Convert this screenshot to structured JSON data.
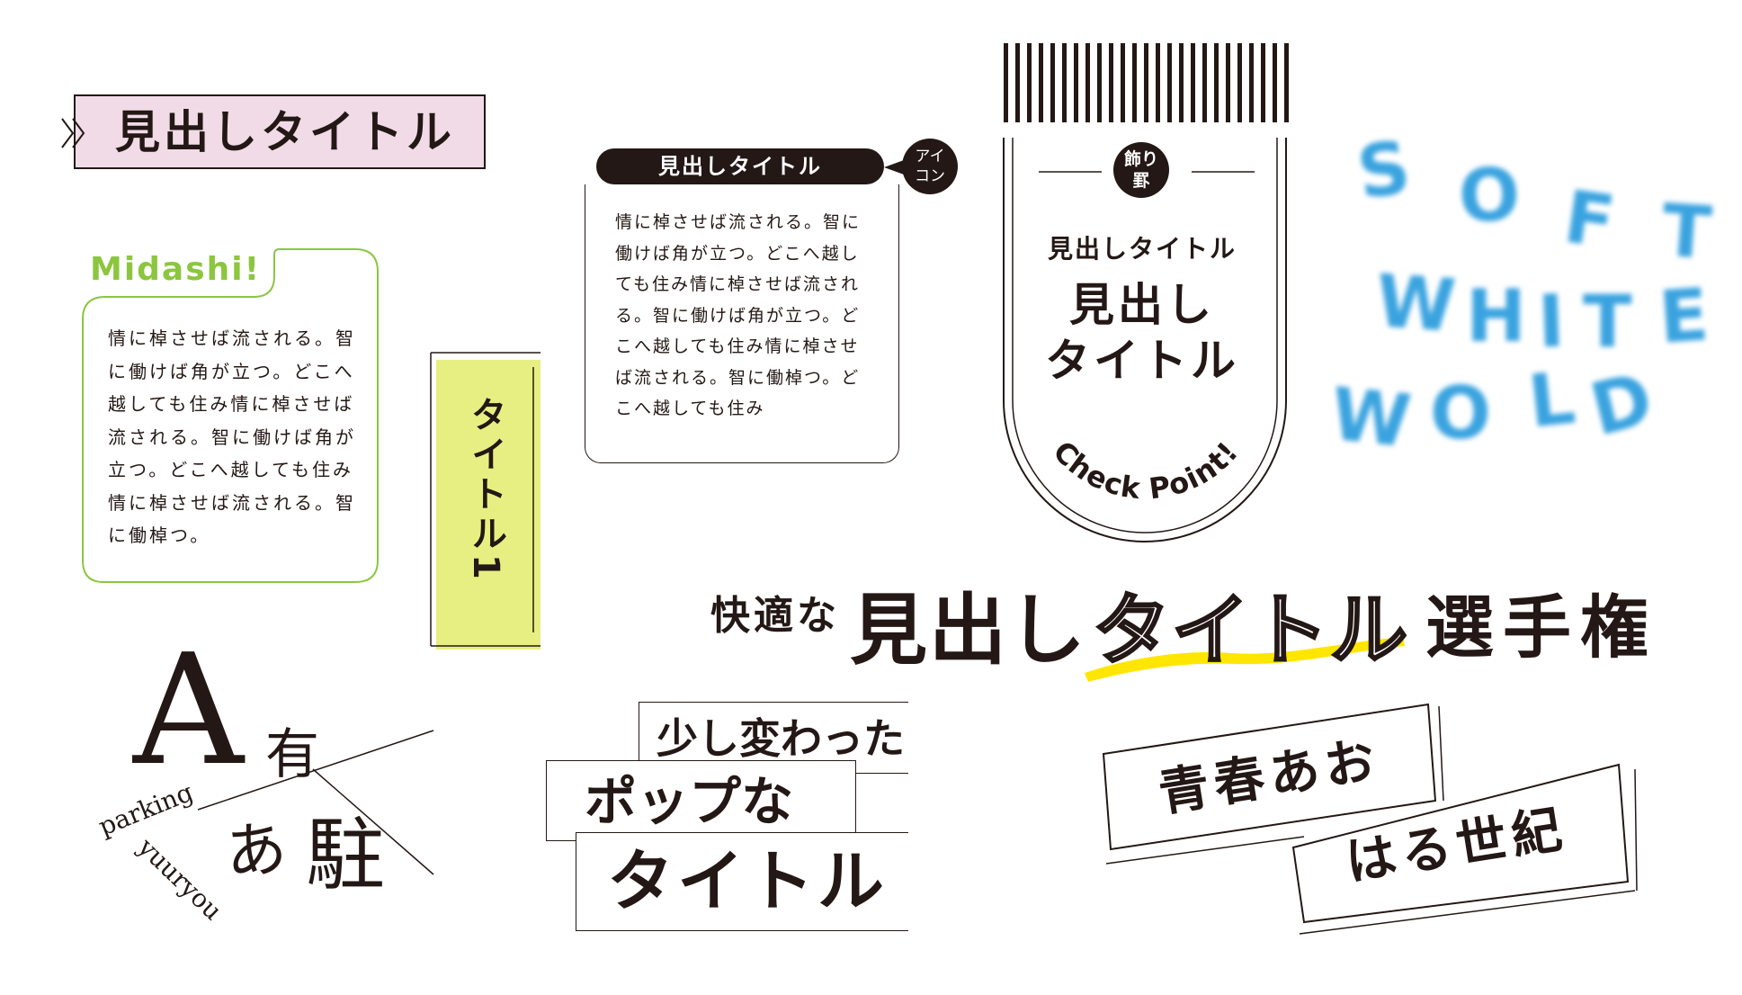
{
  "design_pink": {
    "title": "見出しタイトル",
    "icon": "double-chevron-right-icon"
  },
  "design_midashi": {
    "tab_label": "Midashi!",
    "body": "情に棹させば流される。智に働けば角が立つ。どこへ越しても住み情に棹させば流される。智に働けば角が立つ。どこへ越しても住み情に棹させば流される。智に働棹つ。"
  },
  "design_vertical": {
    "title": "タイトル1"
  },
  "design_pill": {
    "title": "見出しタイトル",
    "icon_label": "アイコン",
    "body": "情に棹させば流される。智に働けば角が立つ。どこへ越しても住み情に棹させば流される。智に働けば角が立つ。どこへ越しても住み情に棹させば流される。智に働棹つ。どこへ越しても住み"
  },
  "design_arch": {
    "badge": "飾り罫",
    "small_title": "見出しタイトル",
    "big_title": "見出し\nタイトル",
    "curved_text": "Check Point!"
  },
  "design_soft": {
    "line1": [
      "S",
      "O",
      "F",
      "T"
    ],
    "line2": [
      "W",
      "H",
      "I",
      "T",
      "E"
    ],
    "line3": [
      "W",
      "O",
      "L",
      "D"
    ]
  },
  "design_championship": {
    "prefix": "快適な",
    "main": "見出し",
    "outlined": "タイトル",
    "suffix": "選手権",
    "accent_color": "#ffe600"
  },
  "design_serif": {
    "big_letter": "A",
    "kanji_top": "有",
    "kanji_left": "あ",
    "kanji_right": "駐",
    "word1": "parking",
    "word2": "yuuryou"
  },
  "design_pop": {
    "line1": "少し変わった",
    "line2": "ポップな",
    "line3": "タイトル"
  },
  "design_slant": {
    "line1": "青春あお",
    "line2": "はる世紀"
  },
  "colors": {
    "ink": "#231815",
    "pink": "#f0dbe7",
    "green": "#8cc63f",
    "yellow_box": "#e8ef82",
    "blue": "#3aa3df"
  }
}
